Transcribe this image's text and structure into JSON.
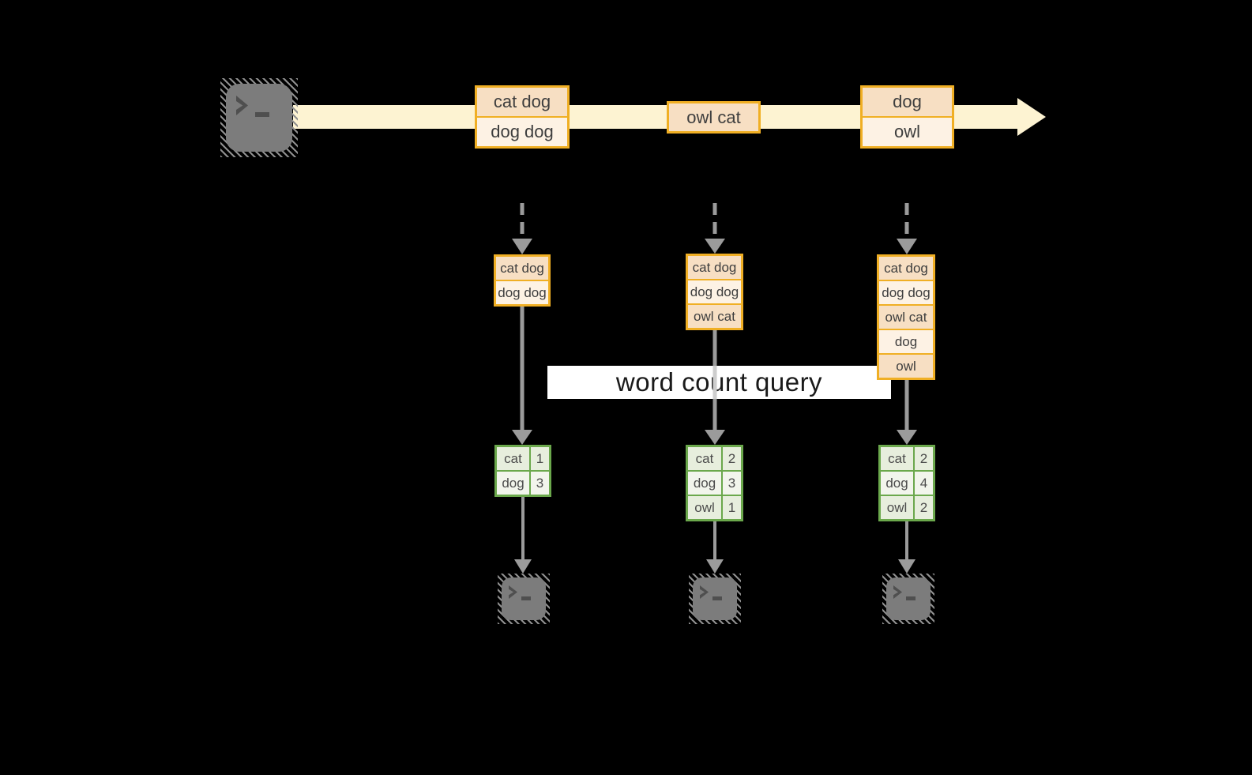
{
  "query": {
    "label": "word count query"
  },
  "stream": {
    "source_icon": "terminal-icon",
    "batches": [
      {
        "lines": [
          "cat dog",
          "dog dog"
        ]
      },
      {
        "lines": [
          "owl cat"
        ]
      },
      {
        "lines": [
          "dog",
          "owl"
        ]
      }
    ]
  },
  "columns": [
    {
      "input_lines": [
        "cat dog",
        "dog dog"
      ],
      "result": {
        "rows": [
          {
            "word": "cat",
            "count": "1"
          },
          {
            "word": "dog",
            "count": "3"
          }
        ]
      },
      "output_icon": "terminal-icon"
    },
    {
      "input_lines": [
        "cat dog",
        "dog dog",
        "owl cat"
      ],
      "result": {
        "rows": [
          {
            "word": "cat",
            "count": "2"
          },
          {
            "word": "dog",
            "count": "3"
          },
          {
            "word": "owl",
            "count": "1"
          }
        ]
      },
      "output_icon": "terminal-icon"
    },
    {
      "input_lines": [
        "cat dog",
        "dog dog",
        "owl cat",
        "dog",
        "owl"
      ],
      "result": {
        "rows": [
          {
            "word": "cat",
            "count": "2"
          },
          {
            "word": "dog",
            "count": "4"
          },
          {
            "word": "owl",
            "count": "2"
          }
        ]
      },
      "output_icon": "terminal-icon"
    }
  ],
  "colors": {
    "background": "#000000",
    "stream_yellow": "#fdf3d2",
    "box_border_gold": "#f0af24",
    "cell_peach_dark": "#f7dfc3",
    "cell_peach_light": "#fdf2e4",
    "table_border_green": "#6ba84c",
    "table_row_dark": "#e7eedd",
    "table_row_light": "#f2f5ec",
    "arrow_gray": "#9b9b9b",
    "query_label_bg": "#ffffff"
  }
}
